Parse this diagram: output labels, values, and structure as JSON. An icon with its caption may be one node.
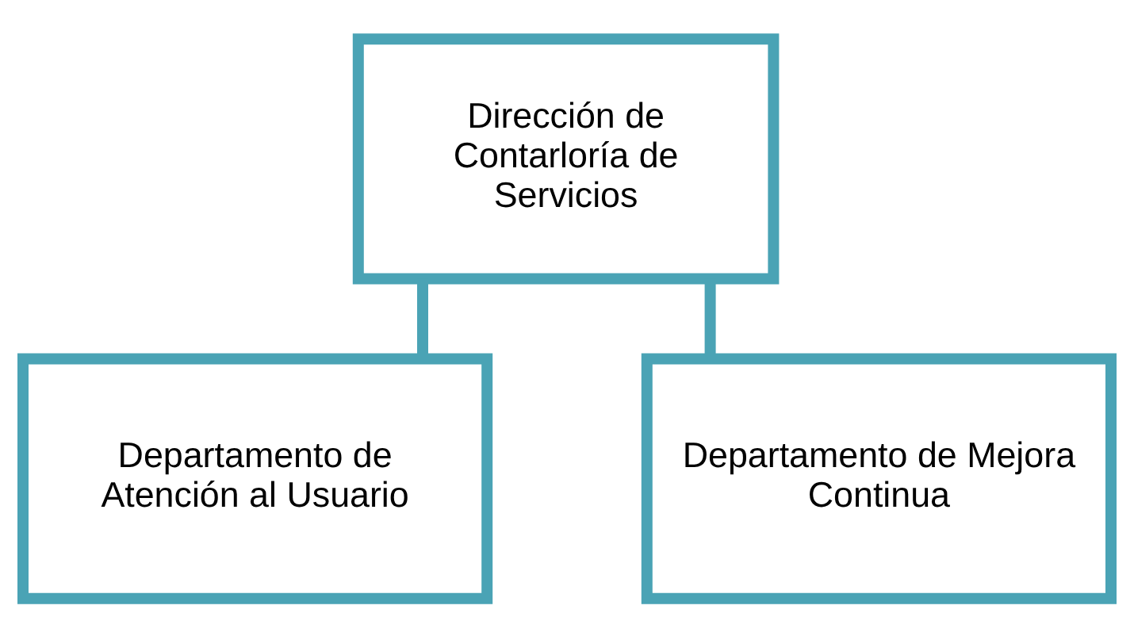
{
  "diagram": {
    "nodes": [
      {
        "text": [
          "Dirección de Contarloría de Servicios"
        ]
      },
      {
        "text": [
          "Departamento de Atención al Usuario"
        ]
      },
      {
        "text": [
          "Departamento de Mejora Continua"
        ]
      }
    ],
    "edges": [
      {
        "from": 0,
        "to": 1,
        "arrow": "none"
      },
      {
        "from": 0,
        "to": 2,
        "arrow": "none"
      }
    ]
  }
}
